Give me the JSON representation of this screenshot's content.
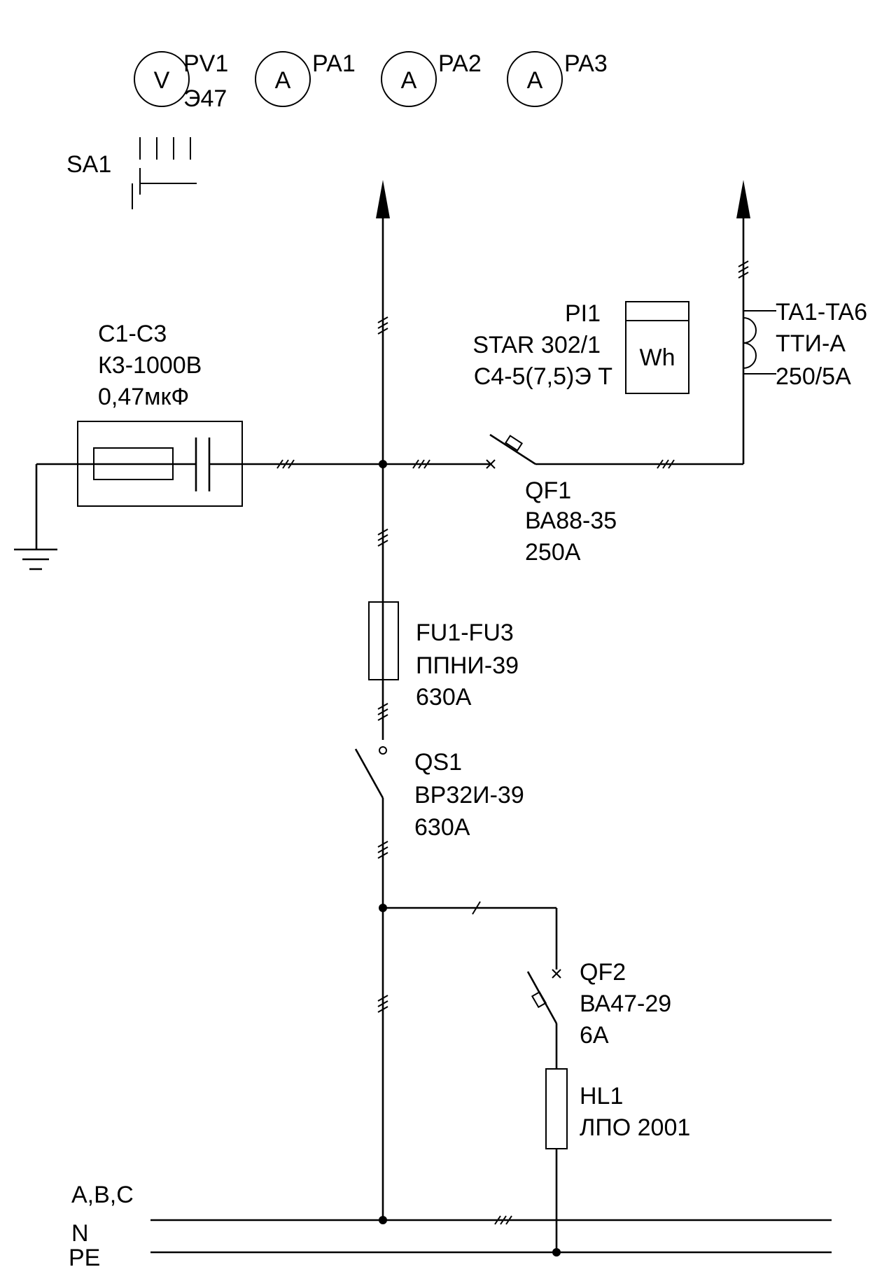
{
  "meters": {
    "pv1": {
      "symbol": "V",
      "label": "PV1",
      "type": "Э47"
    },
    "pa1": {
      "symbol": "A",
      "label": "PA1"
    },
    "pa2": {
      "symbol": "A",
      "label": "PA2"
    },
    "pa3": {
      "symbol": "A",
      "label": "PA3"
    }
  },
  "sa1": {
    "label": "SA1"
  },
  "capacitors": {
    "label": "C1-C3",
    "type": "К3-1000В",
    "value": "0,47мкФ"
  },
  "meter_pi1": {
    "label": "PI1",
    "model": "STAR 302/1",
    "spec": "С4-5(7,5)Э Т",
    "symbol": "Wh"
  },
  "ct": {
    "label": "TA1-TA6",
    "type": "ТТИ-А",
    "ratio": "250/5А"
  },
  "qf1": {
    "label": "QF1",
    "type": "ВА88-35",
    "rating": "250А"
  },
  "fuses": {
    "label": "FU1-FU3",
    "type": "ППНИ-39",
    "rating": "630А"
  },
  "qs1": {
    "label": "QS1",
    "type": "ВР32И-39",
    "rating": "630А"
  },
  "qf2": {
    "label": "QF2",
    "type": "ВА47-29",
    "rating": "6А"
  },
  "hl1": {
    "label": "HL1",
    "type": "ЛПО 2001"
  },
  "buses": {
    "phases": "A,B,C",
    "neutral": "N",
    "pe": "PE"
  }
}
